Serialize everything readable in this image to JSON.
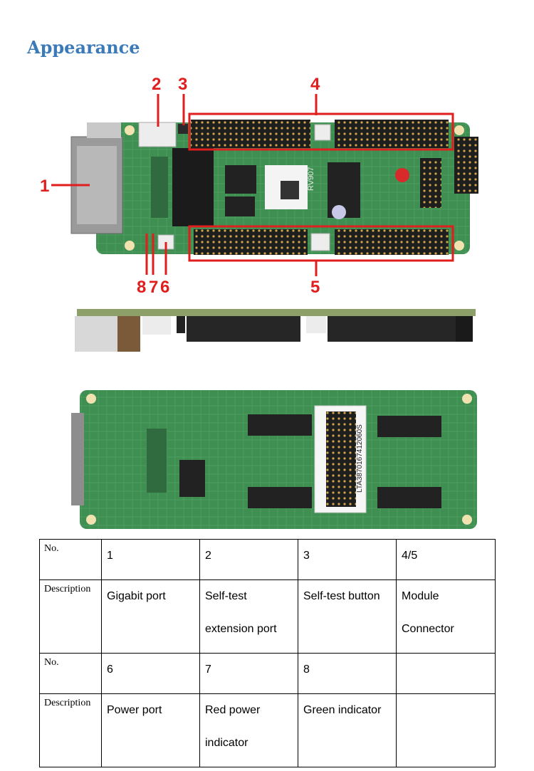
{
  "section_title": "Appearance",
  "callouts": [
    "1",
    "2",
    "3",
    "4",
    "5",
    "6",
    "7",
    "8"
  ],
  "board_labels": {
    "chip_label": "RV907",
    "barcode_text": "LTA3870167412060S"
  },
  "colors": {
    "title": "#3b7ab8",
    "callout": "#e01e1e",
    "pcb": "#3f8f52",
    "connector": "#1e1e1e"
  },
  "table": {
    "rows": [
      {
        "header": "No.",
        "cells": [
          "1",
          "2",
          "3",
          "4/5"
        ]
      },
      {
        "header": "Description",
        "cells": [
          [
            "Gigabit port"
          ],
          [
            "Self-test",
            "extension port"
          ],
          [
            "Self-test button"
          ],
          [
            "Module",
            "Connector"
          ]
        ]
      },
      {
        "header": "No.",
        "cells": [
          "6",
          "7",
          "8",
          ""
        ]
      },
      {
        "header": "Description",
        "cells": [
          [
            "Power port"
          ],
          [
            "Red power",
            "indicator"
          ],
          [
            "Green indicator"
          ],
          [
            ""
          ]
        ]
      }
    ]
  }
}
